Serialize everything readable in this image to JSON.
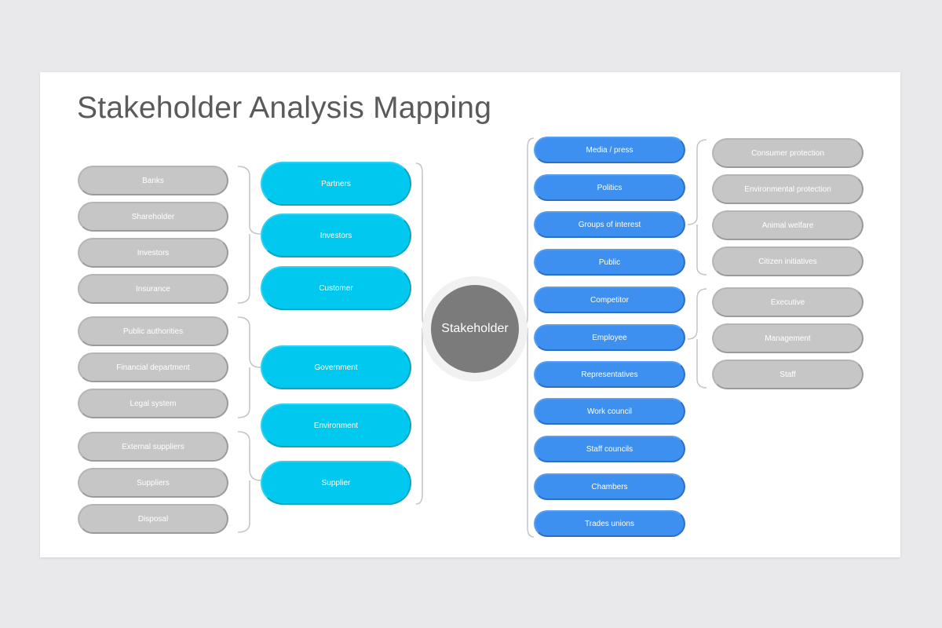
{
  "title": "Stakeholder Analysis Mapping",
  "center": "Stakeholder",
  "left_gray": [
    "Banks",
    "Shareholder",
    "Investors",
    "Insurance",
    "Public authorities",
    "Financial department",
    "Legal system",
    "External suppliers",
    "Suppliers",
    "Disposal"
  ],
  "cyan": [
    "Partners",
    "Investors",
    "Customer",
    "Government",
    "Environment",
    "Supplier"
  ],
  "blue": [
    "Media / press",
    "Politics",
    "Groups of interest",
    "Public",
    "Competitor",
    "Employee",
    "Representatives",
    "Work council",
    "Staff councils",
    "Chambers",
    "Trades unions"
  ],
  "right_gray": [
    "Consumer protection",
    "Environmental protection",
    "Animal welfare",
    "Citizen initiatives",
    "Executive",
    "Management",
    "Staff"
  ],
  "colors": {
    "gray": "#c6c6c6",
    "cyan": "#00c8ee",
    "blue": "#3d8ff0",
    "center": "#7b7b7b",
    "title": "#5a5a5a"
  }
}
